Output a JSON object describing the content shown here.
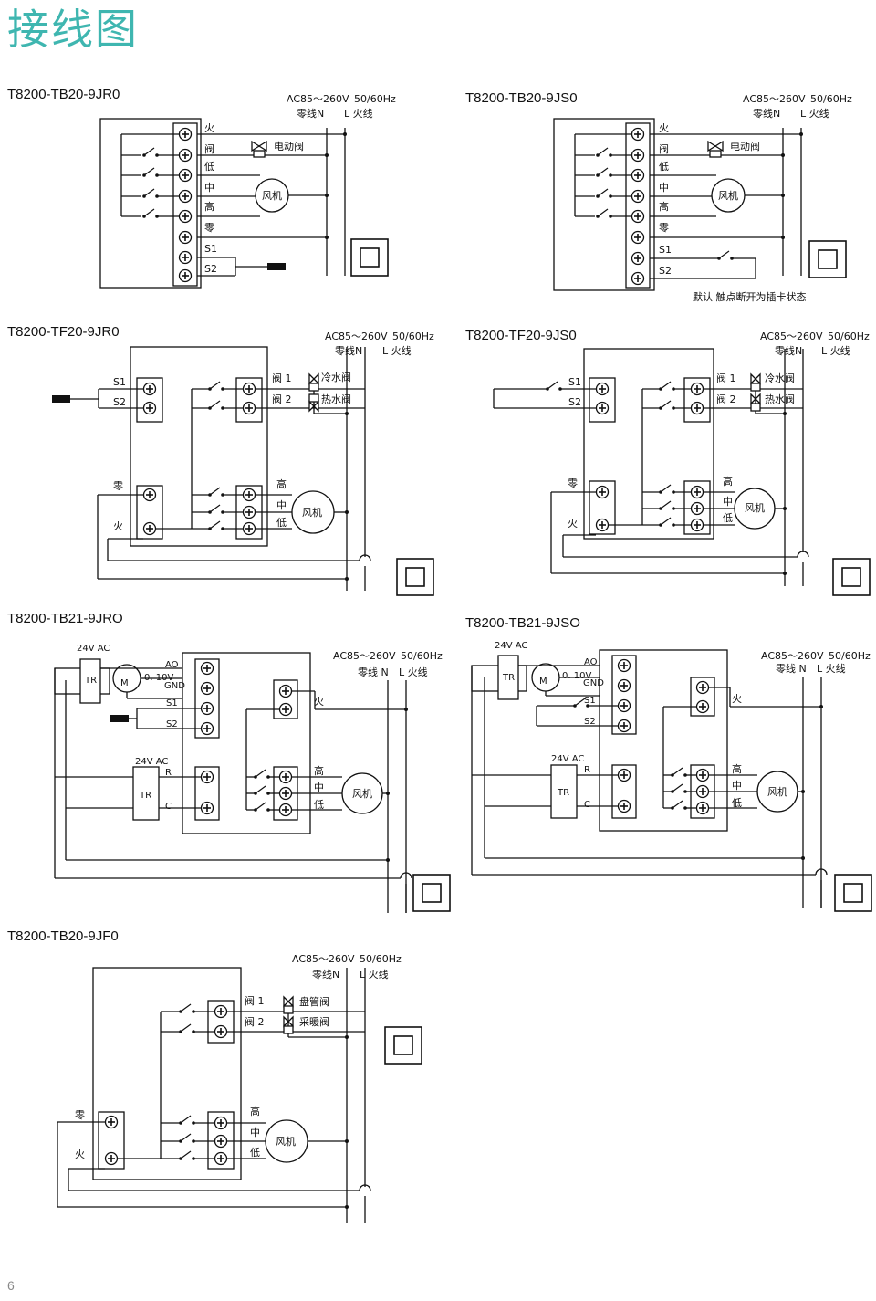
{
  "page": {
    "title": "接线图",
    "page_number": "6"
  },
  "models": [
    "T8200-TB20-9JR0",
    "T8200-TB20-9JS0",
    "T8200-TF20-9JR0",
    "T8200-TF20-9JS0",
    "T8200-TB21-9JRO",
    "T8200-TB21-9JSO",
    "T8200-TB20-9JF0"
  ],
  "labels": {
    "power": "AC85～260V",
    "freq": "50/60Hz",
    "neutral": "零线N",
    "neutral_short": "零线 N",
    "live": "L 火线",
    "huo": "火",
    "fa": "阀",
    "di": "低",
    "zhong": "中",
    "gao": "高",
    "ling": "零",
    "s1": "S1",
    "s2": "S2",
    "electric_valve": "电动阀",
    "fan": "风机",
    "valve1": "阀 1",
    "valve2": "阀 2",
    "cold_valve": "冷水阀",
    "hot_valve": "热水阀",
    "coil_valve": "盘管阀",
    "heat_valve": "采暖阀",
    "default_note": "默认 触点断开为插卡状态",
    "ac24": "24V AC",
    "tr": "TR",
    "m": "M",
    "ao": "AO",
    "v010": "0. 10V",
    "gnd": "GND",
    "r": "R",
    "c": "C"
  }
}
